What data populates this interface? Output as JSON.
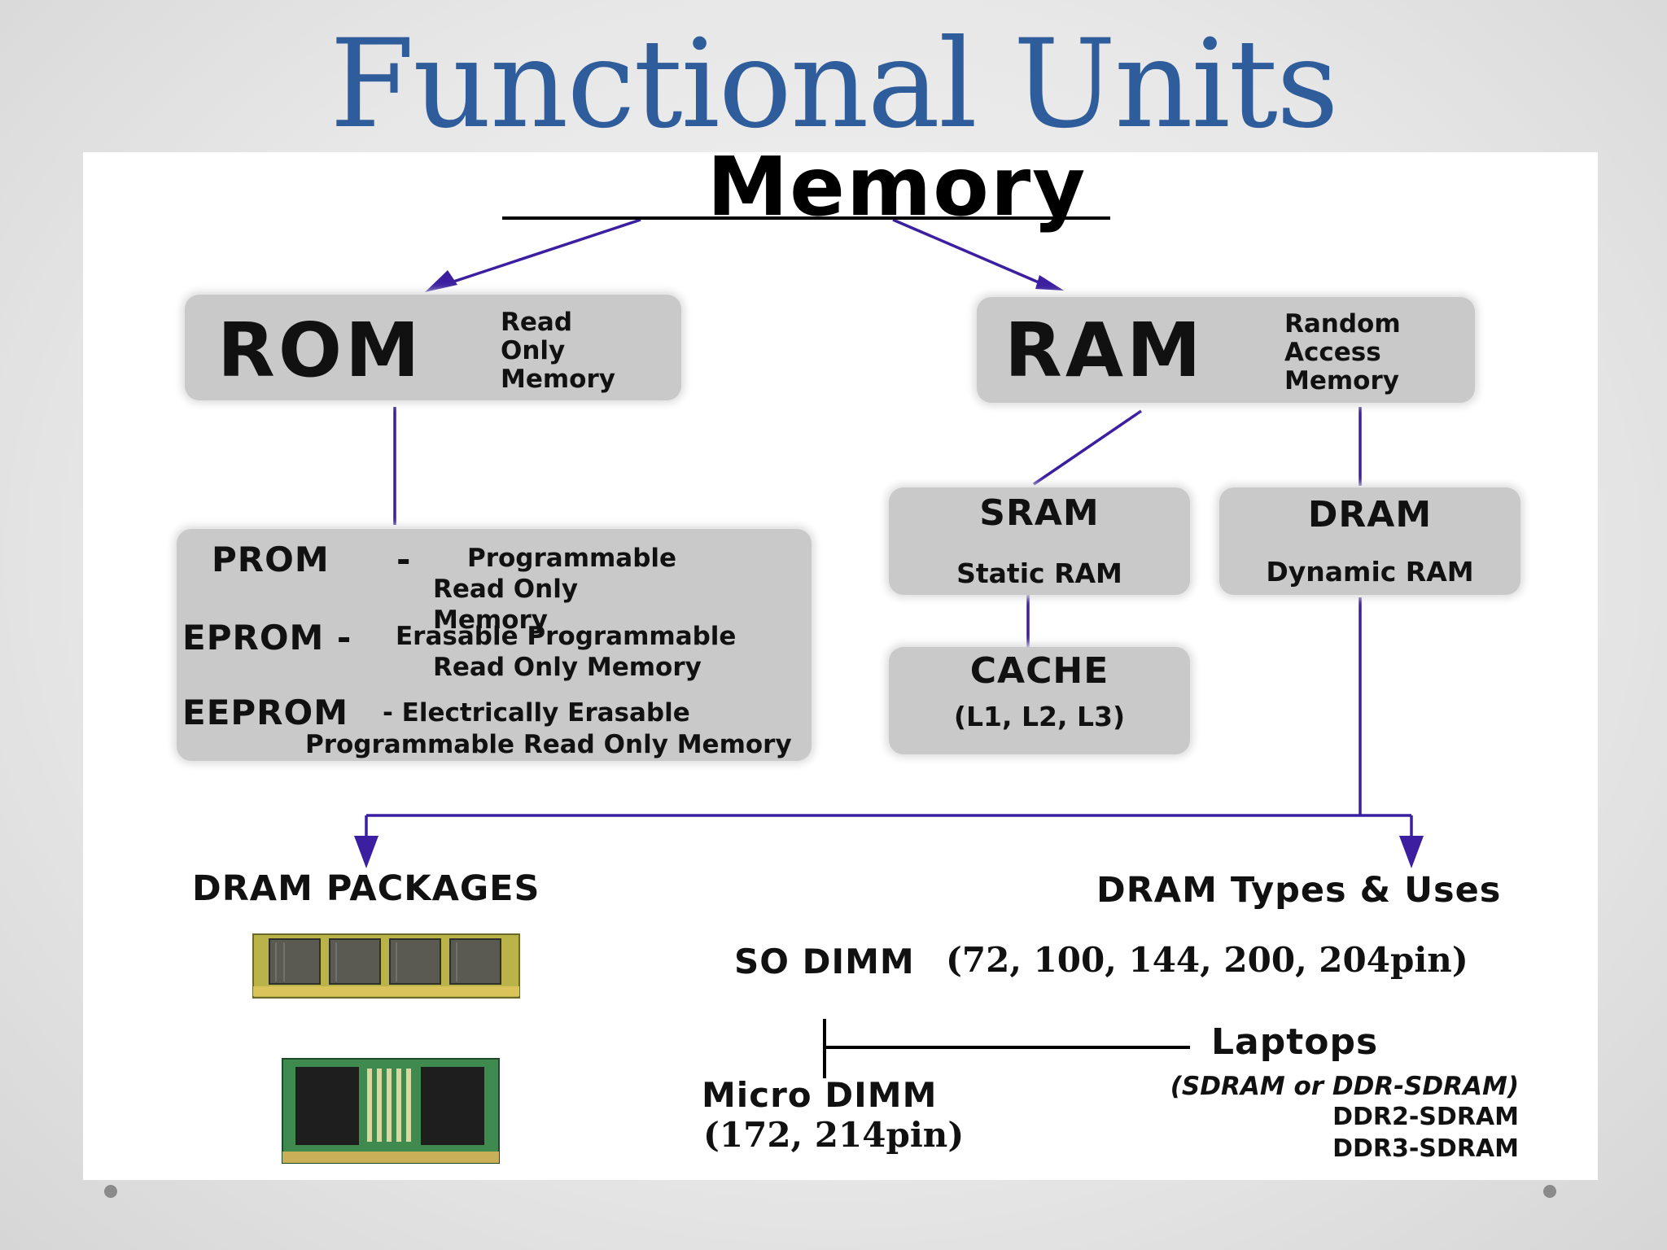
{
  "title": "Functional Units",
  "diagram": {
    "root": "Memory",
    "rom": {
      "label": "ROM",
      "desc": [
        "Read",
        "Only",
        "Memory"
      ]
    },
    "ram": {
      "label": "RAM",
      "desc": [
        "Random",
        "Access",
        "Memory"
      ]
    },
    "rom_types": {
      "prom_key": "PROM",
      "prom_dash": "-",
      "prom_desc": [
        "Programmable",
        "Read Only Memory"
      ],
      "eprom_key": "EPROM -",
      "eprom_desc": [
        "Erasable Programmable",
        "Read Only Memory"
      ],
      "eeprom_key": "EEPROM",
      "eeprom_desc": [
        "- Electrically Erasable",
        "Programmable Read Only Memory"
      ]
    },
    "sram": {
      "label": "SRAM",
      "desc": "Static RAM"
    },
    "dram": {
      "label": "DRAM",
      "desc": "Dynamic RAM"
    },
    "cache": {
      "label": "CACHE",
      "desc": "(L1, L2, L3)"
    },
    "packages_heading": "DRAM PACKAGES",
    "types_heading": "DRAM Types & Uses",
    "so_dimm": {
      "label": "SO DIMM",
      "pins": "(72, 100, 144, 200, 204pin)"
    },
    "micro_dimm": {
      "label": "Micro DIMM",
      "pins": "(172, 214pin)"
    },
    "laptops": "Laptops",
    "laptop_types": [
      "(SDRAM or DDR-SDRAM)",
      "DDR2-SDRAM",
      "DDR3-SDRAM"
    ]
  },
  "colors": {
    "title": "#2f5c9a",
    "arrow": "#3b1fa0",
    "box": "#c9c9c9"
  }
}
